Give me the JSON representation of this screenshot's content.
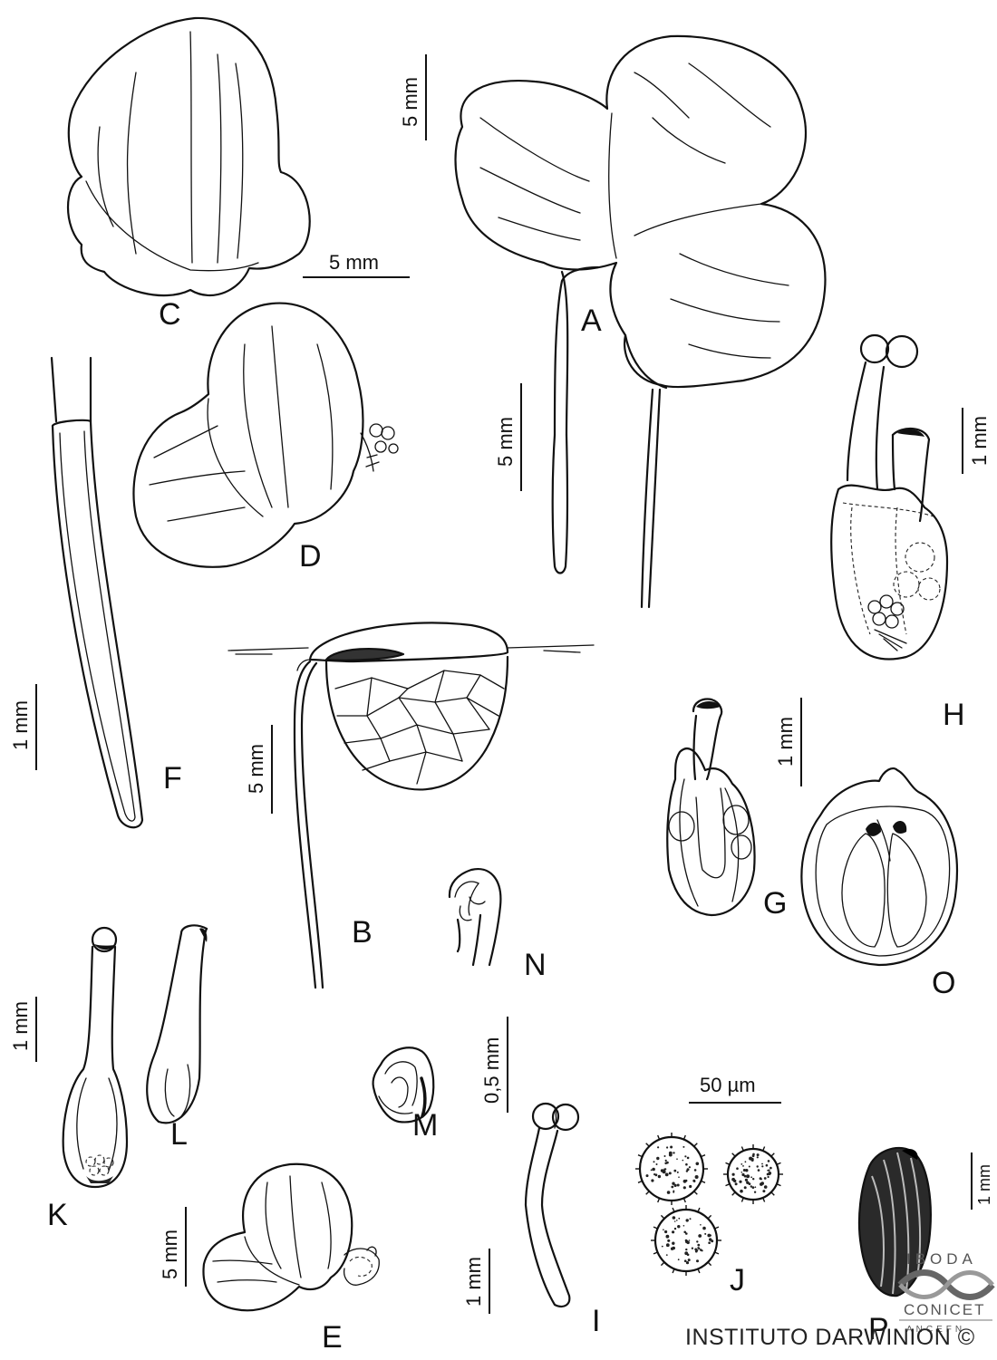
{
  "figure": {
    "panels": [
      "A",
      "B",
      "C",
      "D",
      "E",
      "F",
      "G",
      "H",
      "I",
      "J",
      "K",
      "L",
      "M",
      "N",
      "O",
      "P"
    ],
    "scale_bars": {
      "a_top": "5 mm",
      "a_petiole": "5 mm",
      "c": "5 mm",
      "b": "5 mm",
      "e": "5 mm",
      "f": "1 mm",
      "g": "1 mm",
      "h": "1 mm",
      "k": "1 mm",
      "i_upper": "0,5 mm",
      "i_lower": "1 mm",
      "j": "50 µm",
      "p": "1 mm"
    },
    "logo": {
      "top": "IBODA",
      "middle": "CONICET",
      "bottom": "ANCEFN"
    },
    "credit": "INSTITUTO DARWINION ©"
  }
}
